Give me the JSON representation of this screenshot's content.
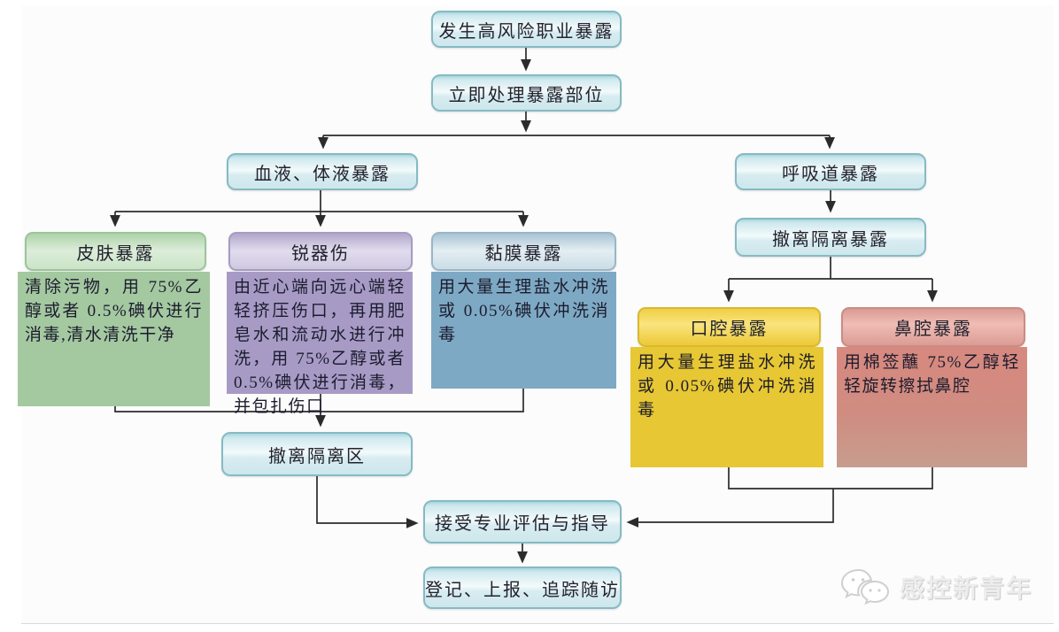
{
  "flow": {
    "start": "发生高风险职业暴露",
    "immediate": "立即处理暴露部位",
    "blood": "血液、体液暴露",
    "respiratory": "呼吸道暴露",
    "evac_isolation_exposure": "撤离隔离暴露",
    "skin": {
      "header": "皮肤暴露",
      "body": "清除污物，用 75%乙醇或者 0.5%碘伏进行消毒,清水清洗干净"
    },
    "sharp": {
      "header": "锐器伤",
      "body": "由近心端向远心端轻轻挤压伤口，再用肥皂水和流动水进行冲洗，用 75%乙醇或者0.5%碘伏进行消毒，并包扎伤口"
    },
    "mucosa": {
      "header": "黏膜暴露",
      "body": "用大量生理盐水冲洗或 0.05%碘伏冲洗消毒"
    },
    "oral": {
      "header": "口腔暴露",
      "body": "用大量生理盐水冲洗或 0.05%碘伏冲洗消毒"
    },
    "nasal": {
      "header": "鼻腔暴露",
      "body": "用棉签蘸 75%乙醇轻轻旋转擦拭鼻腔"
    },
    "evac_isolation_zone": "撤离隔离区",
    "assessment": "接受专业评估与指导",
    "register": "登记、上报、追踪随访"
  },
  "watermark": {
    "text": "感控新青年",
    "icon": "wechat-icon"
  },
  "colors": {
    "pill_cyan": "#cde7ec",
    "skin_green": "#a4c8a0",
    "sharp_purple": "#a79bc6",
    "mucosa_blue": "#7ea9c4",
    "oral_yellow": "#e7c733",
    "nasal_red": "#d8897f",
    "arrow": "#2b2b2b"
  }
}
